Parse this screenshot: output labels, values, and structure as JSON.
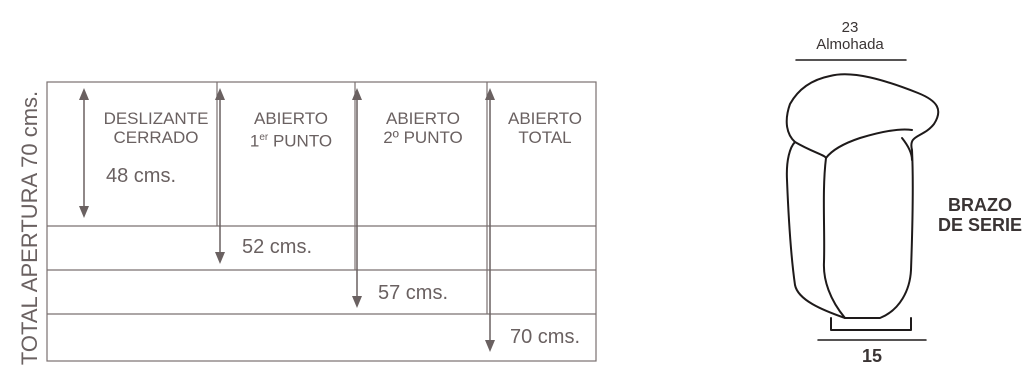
{
  "vertical_title": "TOTAL APERTURA 70 cms.",
  "columns": [
    {
      "line1": "DESLIZANTE",
      "line2": "CERRADO"
    },
    {
      "line1": "ABIERTO",
      "line2_main": "1",
      "line2_sup": "er",
      "line2_rest": " PUNTO"
    },
    {
      "line1": "ABIERTO",
      "line2": "2º PUNTO"
    },
    {
      "line1": "ABIERTO",
      "line2": "TOTAL"
    }
  ],
  "measurements": [
    "48 cms.",
    "52 cms.",
    "57 cms.",
    "70 cms."
  ],
  "armrest": {
    "top_value": "23",
    "top_label": "Almohada",
    "bottom_value": "15",
    "name_line1": "BRAZO",
    "name_line2": "DE SERIE"
  },
  "colors": {
    "line": "#7a7070",
    "text": "#6a6161",
    "dark": "#3a3434"
  }
}
